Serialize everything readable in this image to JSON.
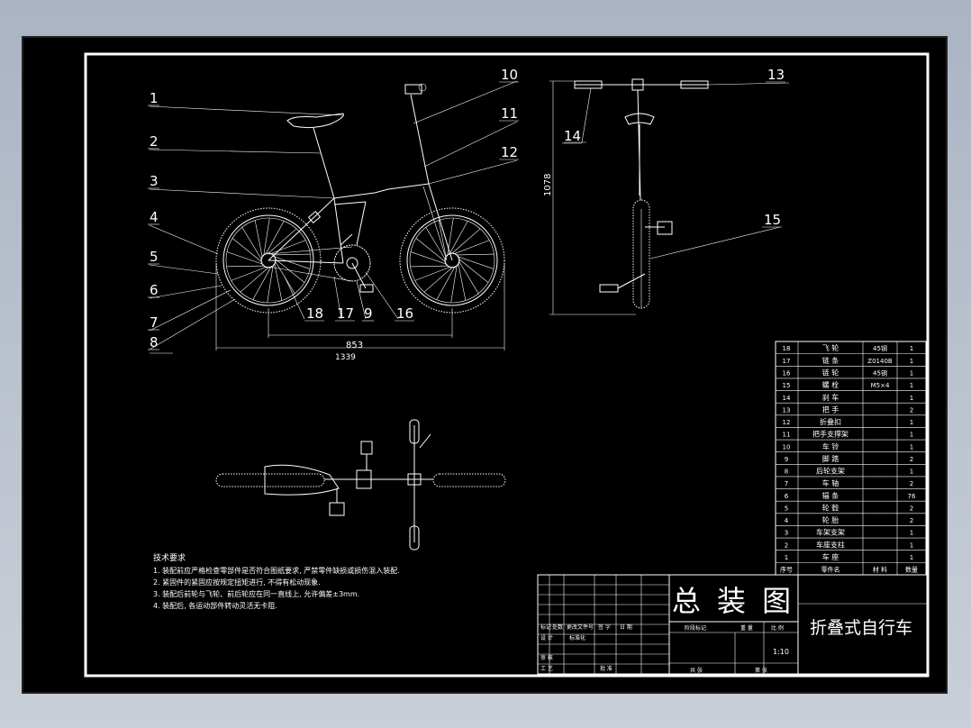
{
  "balloons": [
    {
      "n": "1"
    },
    {
      "n": "2"
    },
    {
      "n": "3"
    },
    {
      "n": "4"
    },
    {
      "n": "5"
    },
    {
      "n": "6"
    },
    {
      "n": "7"
    },
    {
      "n": "8"
    },
    {
      "n": "9"
    },
    {
      "n": "10"
    },
    {
      "n": "11"
    },
    {
      "n": "12"
    },
    {
      "n": "13"
    },
    {
      "n": "14"
    },
    {
      "n": "15"
    },
    {
      "n": "16"
    },
    {
      "n": "17"
    },
    {
      "n": "18"
    }
  ],
  "dimensions": {
    "wheelbase": "853",
    "length": "1339",
    "height": "1078"
  },
  "tech_requirements": {
    "title": "技术要求",
    "lines": [
      "1. 装配前应严格检查零部件是否符合图纸要求, 严禁零件缺损或损伤混入装配.",
      "2. 紧固件的紧固应按规定扭矩进行, 不得有松动现象.",
      "3. 装配后前轮与飞轮、前后轮应在同一直线上, 允许偏差±3mm.",
      "4. 装配后, 各运动部件转动灵活无卡阻."
    ]
  },
  "bom": {
    "rows": [
      {
        "no": "18",
        "name": "飞 轮",
        "mat": "45钢",
        "qty": "1"
      },
      {
        "no": "17",
        "name": "链 条",
        "mat": "Z0140B",
        "qty": "1"
      },
      {
        "no": "16",
        "name": "链 轮",
        "mat": "45钢",
        "qty": "1"
      },
      {
        "no": "15",
        "name": "螺 栓",
        "mat": "M5×4",
        "qty": "1"
      },
      {
        "no": "14",
        "name": "刹 车",
        "mat": "",
        "qty": "1"
      },
      {
        "no": "13",
        "name": "把 手",
        "mat": "",
        "qty": "2"
      },
      {
        "no": "12",
        "name": "折叠扣",
        "mat": "",
        "qty": "1"
      },
      {
        "no": "11",
        "name": "把手支撑架",
        "mat": "",
        "qty": "1"
      },
      {
        "no": "10",
        "name": "车 铃",
        "mat": "",
        "qty": "1"
      },
      {
        "no": "9",
        "name": "脚 踏",
        "mat": "",
        "qty": "2"
      },
      {
        "no": "8",
        "name": "后轮支架",
        "mat": "",
        "qty": "1"
      },
      {
        "no": "7",
        "name": "车 轴",
        "mat": "",
        "qty": "2"
      },
      {
        "no": "6",
        "name": "辐 条",
        "mat": "",
        "qty": "76"
      },
      {
        "no": "5",
        "name": "轮 毂",
        "mat": "",
        "qty": "2"
      },
      {
        "no": "4",
        "name": "轮 胎",
        "mat": "",
        "qty": "2"
      },
      {
        "no": "3",
        "name": "车架支架",
        "mat": "",
        "qty": "1"
      },
      {
        "no": "2",
        "name": "车座支柱",
        "mat": "",
        "qty": "1"
      },
      {
        "no": "1",
        "name": "车 座",
        "mat": "",
        "qty": "1"
      }
    ],
    "header": {
      "no": "序号",
      "name": "零件名",
      "mat": "材 料",
      "qty": "数量"
    }
  },
  "title_block": {
    "drawing_title": "总 装 图",
    "product": "折叠式自行车",
    "scale": "1:10",
    "labels": {
      "mark": "标记",
      "count": "处数",
      "zone": "更改文件号",
      "sign": "签 字",
      "date": "日 期",
      "design": "设 计",
      "std": "标准化",
      "check": "审 核",
      "craft": "工 艺",
      "approve": "批 准",
      "stage": "阶段标记",
      "weight": "重 量",
      "ratio": "比 例",
      "sheets": "共 张",
      "sheet": "第 张"
    }
  },
  "colors": {
    "background": "#000000",
    "lines": "#ffffff",
    "window": "#b4bcc8"
  }
}
